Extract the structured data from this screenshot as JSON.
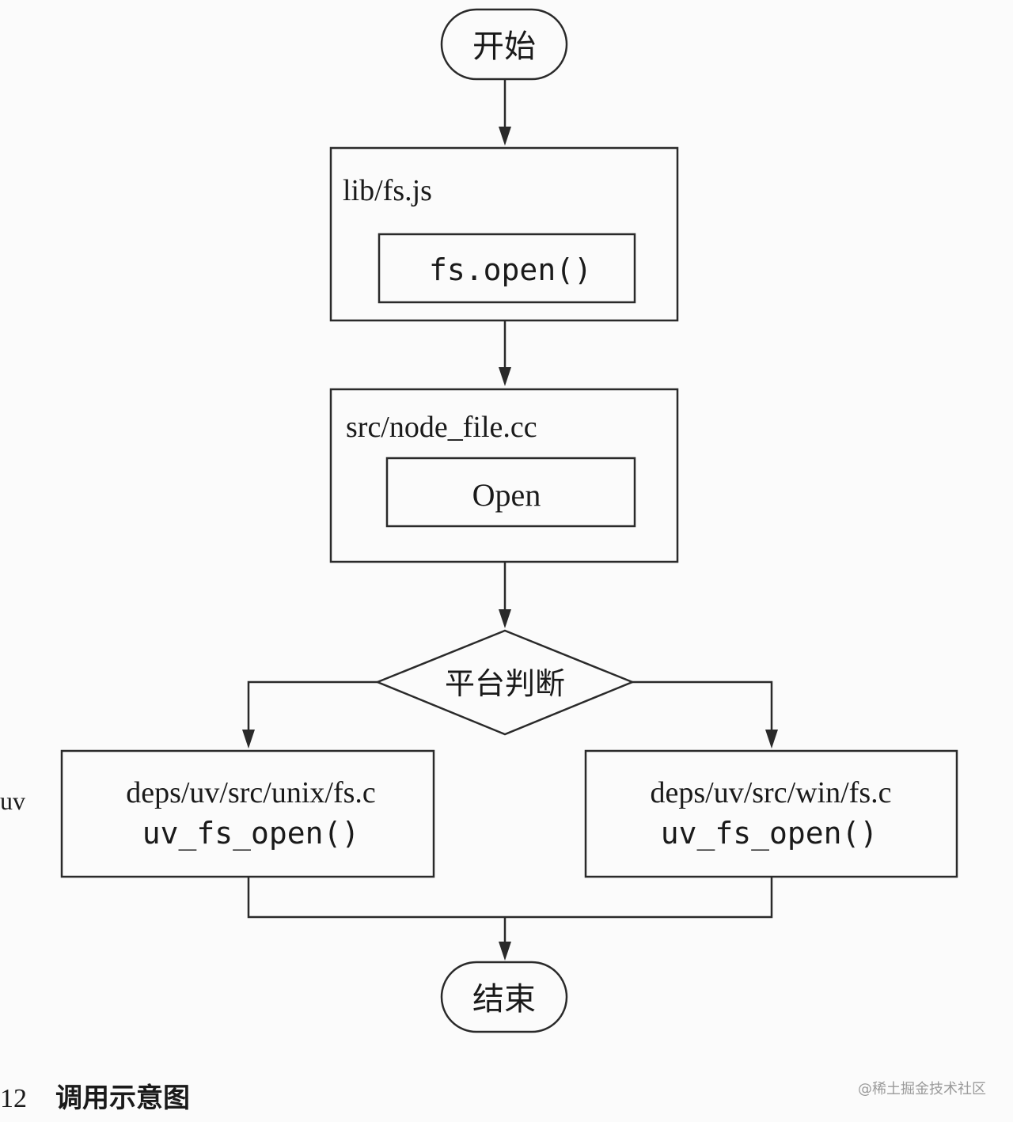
{
  "nodes": {
    "start": {
      "label": "开始"
    },
    "lib": {
      "title": "lib/fs.js",
      "inner": "fs.open()"
    },
    "src": {
      "title": "src/node_file.cc",
      "inner": "Open"
    },
    "decision": {
      "label": "平台判断"
    },
    "unix": {
      "line1": "deps/uv/src/unix/fs.c",
      "line2": "uv_fs_open()"
    },
    "win": {
      "line1": "deps/uv/src/win/fs.c",
      "line2": "uv_fs_open()"
    },
    "end": {
      "label": "结束"
    }
  },
  "side_fragment": "uv",
  "caption": {
    "number": "12",
    "text": "调用示意图"
  },
  "watermark": "@稀土掘金技术社区"
}
